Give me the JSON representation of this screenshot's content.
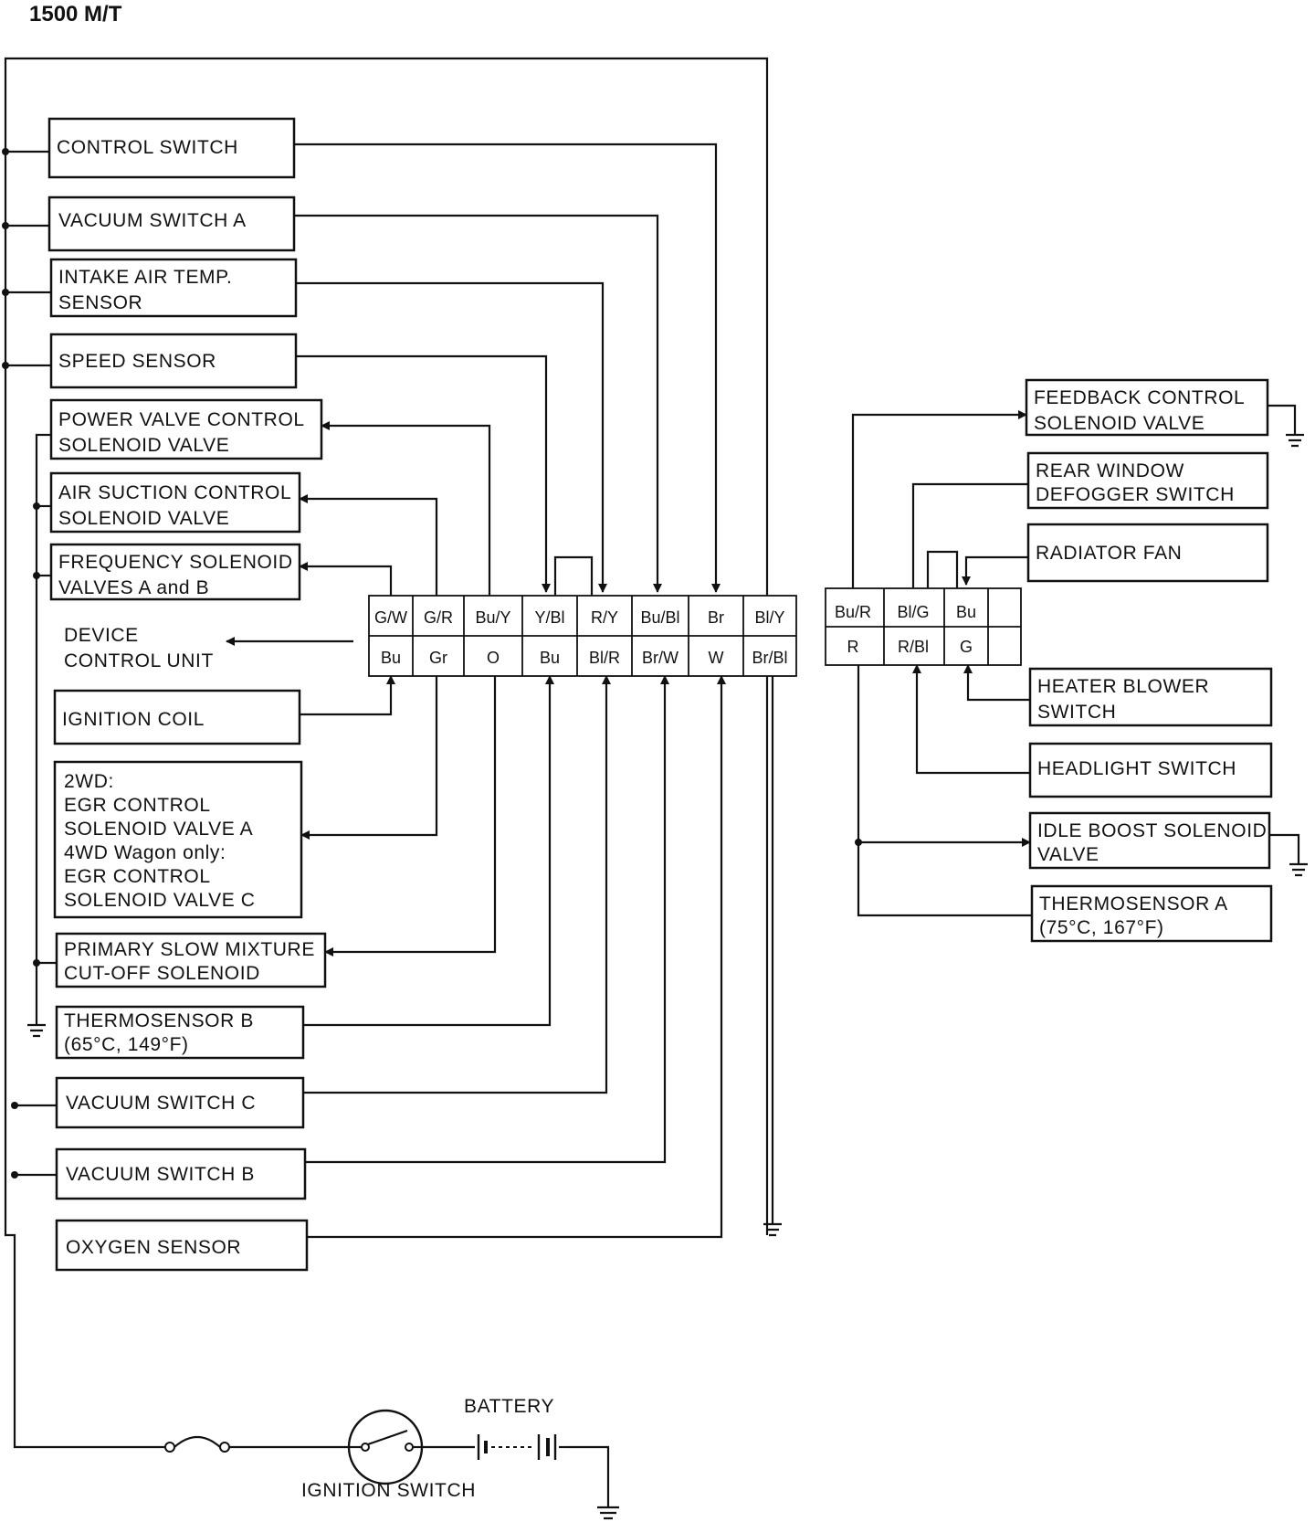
{
  "title": "1500 M/T",
  "left_components": [
    {
      "key": "control_switch",
      "lines": [
        "CONTROL SWITCH"
      ]
    },
    {
      "key": "vacuum_switch_a",
      "lines": [
        "VACUUM SWITCH A"
      ]
    },
    {
      "key": "intake_air_temp_sensor",
      "lines": [
        "INTAKE AIR TEMP.",
        "SENSOR"
      ]
    },
    {
      "key": "speed_sensor",
      "lines": [
        "SPEED SENSOR"
      ]
    },
    {
      "key": "power_valve_control",
      "lines": [
        "POWER VALVE CONTROL",
        "SOLENOID VALVE"
      ]
    },
    {
      "key": "air_suction_control",
      "lines": [
        "AIR SUCTION CONTROL",
        "SOLENOID VALVE"
      ]
    },
    {
      "key": "frequency_solenoid",
      "lines": [
        "FREQUENCY SOLENOID",
        "VALVES A and B"
      ]
    },
    {
      "key": "ignition_coil",
      "lines": [
        "IGNITION COIL"
      ]
    },
    {
      "key": "egr_control",
      "lines": [
        "2WD:",
        "EGR CONTROL",
        "SOLENOID VALVE A",
        "4WD Wagon only:",
        "EGR CONTROL",
        "SOLENOID VALVE C"
      ]
    },
    {
      "key": "primary_slow_mixture",
      "lines": [
        "PRIMARY SLOW MIXTURE",
        "CUT-OFF SOLENOID"
      ]
    },
    {
      "key": "thermosensor_b",
      "lines": [
        "THERMOSENSOR B",
        "(65°C, 149°F)"
      ]
    },
    {
      "key": "vacuum_switch_c",
      "lines": [
        "VACUUM SWITCH C"
      ]
    },
    {
      "key": "vacuum_switch_b",
      "lines": [
        "VACUUM SWITCH B"
      ]
    },
    {
      "key": "oxygen_sensor",
      "lines": [
        "OXYGEN SENSOR"
      ]
    }
  ],
  "device_control_unit": {
    "lines": [
      "DEVICE",
      "CONTROL UNIT"
    ]
  },
  "connector_left": {
    "top": [
      "G/W",
      "G/R",
      "Bu/Y",
      "Y/Bl",
      "R/Y",
      "Bu/Bl",
      "Br",
      "Bl/Y"
    ],
    "bottom": [
      "Bu",
      "Gr",
      "O",
      "Bu",
      "Bl/R",
      "Br/W",
      "W",
      "Br/Bl"
    ]
  },
  "connector_right": {
    "top": [
      "Bu/R",
      "Bl/G",
      "Bu",
      ""
    ],
    "bottom": [
      "R",
      "R/Bl",
      "G",
      ""
    ]
  },
  "right_components": [
    {
      "key": "feedback_control",
      "lines": [
        "FEEDBACK CONTROL",
        "SOLENOID VALVE"
      ]
    },
    {
      "key": "rear_window_defogger",
      "lines": [
        "REAR WINDOW",
        "DEFOGGER SWITCH"
      ]
    },
    {
      "key": "radiator_fan",
      "lines": [
        "RADIATOR FAN"
      ]
    },
    {
      "key": "heater_blower",
      "lines": [
        "HEATER BLOWER",
        "SWITCH"
      ]
    },
    {
      "key": "headlight_switch",
      "lines": [
        "HEADLIGHT SWITCH"
      ]
    },
    {
      "key": "idle_boost",
      "lines": [
        "IDLE BOOST SOLENOID",
        "VALVE"
      ]
    },
    {
      "key": "thermosensor_a",
      "lines": [
        "THERMOSENSOR A",
        "(75°C, 167°F)"
      ]
    }
  ],
  "battery_label": "BATTERY",
  "ignition_switch_label": "IGNITION SWITCH"
}
